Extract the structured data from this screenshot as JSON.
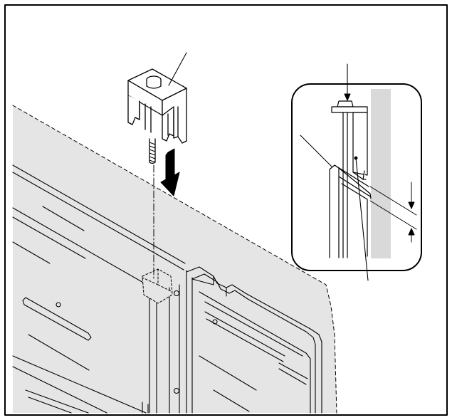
{
  "figure": {
    "kind": "technical installation illustration",
    "background": "#ffffff",
    "panel_fill": "#e5e5e5",
    "strip_fill": "#d9d9d9",
    "line_color": "#000000",
    "labels": []
  },
  "elements": {
    "frame": "figure-frame",
    "panel": "display-panel-back",
    "bracket": "spacer-bracket",
    "bolt": "mounting-bolt",
    "arrow": "insert-direction-arrow",
    "inset": "detail-inset",
    "dimension": "gap-dimension"
  }
}
